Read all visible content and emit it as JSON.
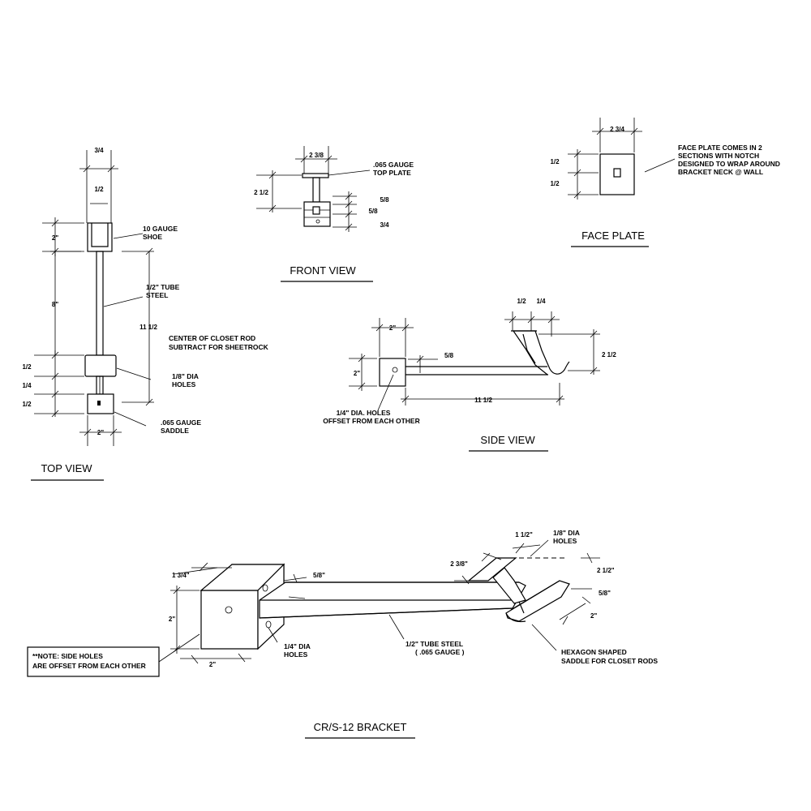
{
  "top_view": {
    "title": "TOP VIEW",
    "dim_top_total": "3/4",
    "dim_top_inner": "1/2",
    "dim_shoe_depth": "2\"",
    "label_shoe": [
      "10 GAUGE",
      "SHOE"
    ],
    "dim_tube_length": "8\"",
    "label_tube": [
      "1/2\" TUBE",
      "STEEL"
    ],
    "dim_center": "11 1/2",
    "label_center": [
      "CENTER OF CLOSET ROD",
      "SUBTRACT FOR SHEETROCK"
    ],
    "dim_plate": "1/2",
    "dim_gap": "1/4",
    "dim_saddle": "1/2",
    "label_holes": [
      "1/8\" DIA",
      "HOLES"
    ],
    "label_saddle": [
      ".065 GAUGE",
      "SADDLE"
    ],
    "dim_width": "2\""
  },
  "front_view": {
    "title": "FRONT VIEW",
    "dim_top": "2 3/8",
    "label_top_plate": [
      ".065 GAUGE",
      "TOP PLATE"
    ],
    "dim_height": "2 1/2",
    "dim_a": "5/8",
    "dim_b": "5/8",
    "dim_c": "3/4"
  },
  "face_plate": {
    "title": "FACE PLATE",
    "dim_width": "2 3/4",
    "dim_upper": "1/2",
    "dim_lower": "1/2",
    "note": [
      "FACE PLATE COMES IN 2",
      "SECTIONS WITH NOTCH",
      "DESIGNED TO WRAP AROUND",
      "BRACKET NECK @ WALL"
    ]
  },
  "side_view": {
    "title": "SIDE VIEW",
    "dim_plate_width": "2\"",
    "dim_plate_height": "2\"",
    "dim_tube": "5/8",
    "dim_length": "11 1/2",
    "dim_top_a": "1/2",
    "dim_top_b": "1/4",
    "dim_saddle": "2 1/2",
    "label_holes": [
      "1/4\" DIA. HOLES",
      "OFFSET FROM EACH OTHER"
    ]
  },
  "iso_view": {
    "title": "CR/S-12 BRACKET",
    "dim_depth": "1 3/4\"",
    "dim_height": "2\"",
    "dim_width": "2\"",
    "dim_tube": "5/8\"",
    "label_holes": [
      "1/4\" DIA",
      "HOLES"
    ],
    "label_tube": [
      "1/2\" TUBE STEEL",
      "( .065 GAUGE )"
    ],
    "dim_top_a": "1 1/2\"",
    "dim_top_b": "2 3/8\"",
    "label_top_holes": [
      "1/8\" DIA",
      "HOLES"
    ],
    "dim_saddle_height": "2 1/2\"",
    "dim_saddle_a": "5/8\"",
    "dim_saddle_b": "2\"",
    "label_saddle": [
      "HEXAGON SHAPED",
      "SADDLE FOR CLOSET RODS"
    ],
    "note": [
      "**NOTE: SIDE HOLES",
      "ARE OFFSET FROM EACH OTHER"
    ]
  }
}
